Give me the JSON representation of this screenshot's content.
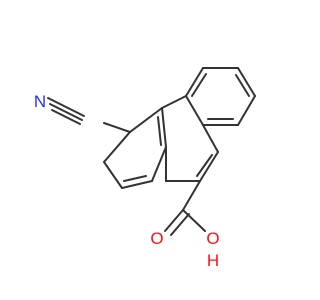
{
  "colors": {
    "bond": "#333333",
    "nitrogen": "#2233ff",
    "oxygen": "#ff1111",
    "background": "#ffffff"
  },
  "atoms": {
    "nitrogen": "N",
    "oxygen_carbonyl": "O",
    "oxygen_hydroxyl": "O",
    "hydroxyl_hydrogen": "H"
  }
}
